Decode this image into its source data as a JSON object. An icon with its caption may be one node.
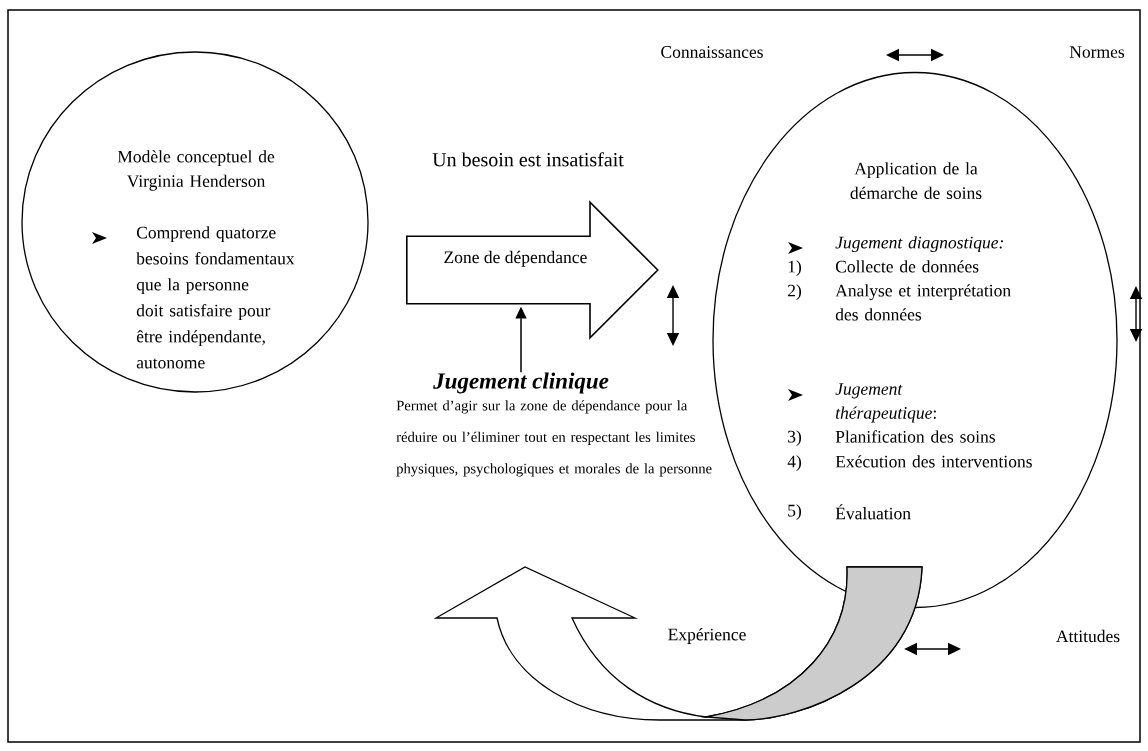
{
  "diagram": {
    "nodes": [
      {
        "text": [
          "Modèle conceptuel de Virginia Henderson",
          "Comprend quatorze besoins fondamentaux que la personne doit satisfaire pour être indépendante, autonome"
        ]
      },
      {
        "text": [
          "Zone de dépendance"
        ],
        "beside": [
          "Un besoin est insatisfait"
        ]
      },
      {
        "text": [
          "Jugement clinique"
        ],
        "beside": [
          "Permet d’agir sur la zone de dépendance pour la réduire ou l’éliminer tout en respectant les limites physiques, psychologiques et morales de la personne"
        ]
      },
      {
        "text": [
          "Application de la démarche de soins",
          "Jugement diagnostique:",
          "1)",
          "Collecte de données",
          "2)",
          "Analyse et interprétation des données",
          "*Jugement thérapeutique*:",
          "3)",
          "Planification des soins",
          "4)",
          "Exécution des interventions",
          "5)",
          "Évaluation"
        ]
      }
    ],
    "edges": [
      {
        "from": 2,
        "to": 1,
        "arrow": "to"
      },
      {
        "from": 3,
        "to": 2,
        "arrow": "to"
      }
    ],
    "labels": [
      "Connaissances",
      "Normes",
      "Expérience",
      "Attitudes"
    ]
  }
}
